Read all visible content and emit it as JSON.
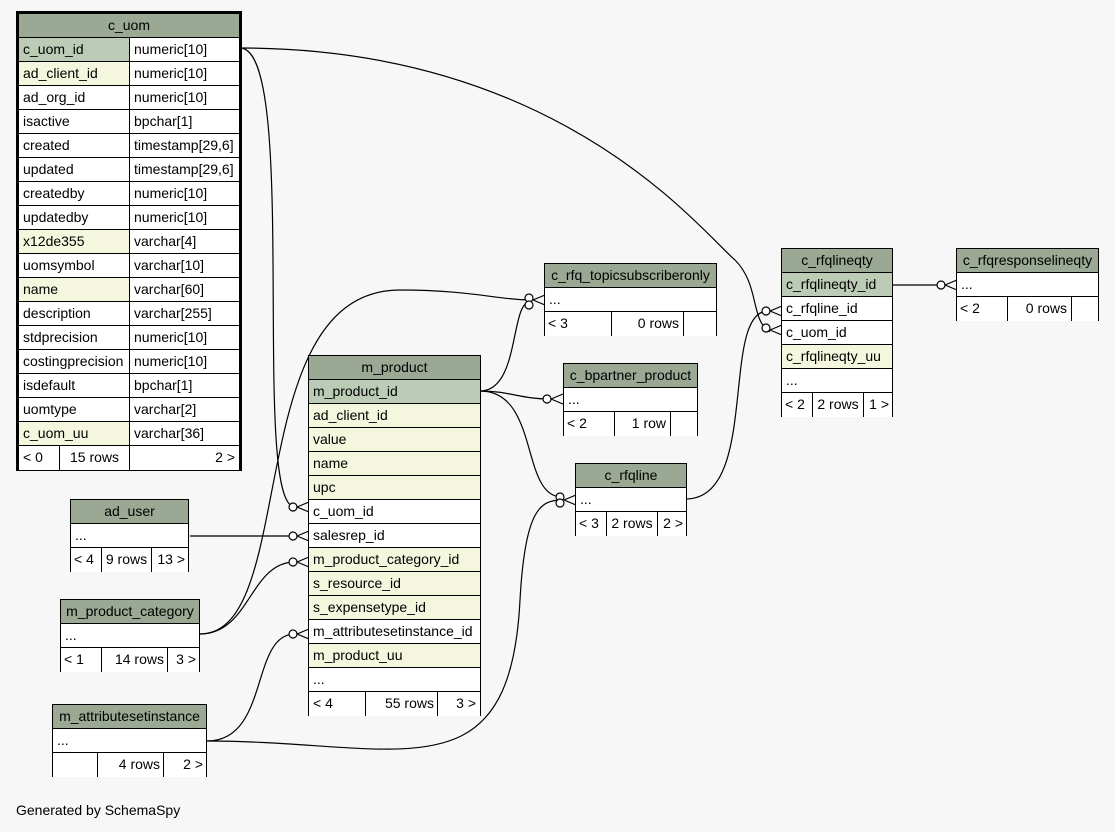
{
  "footer": "Generated by SchemaSpy",
  "tables": {
    "c_uom": {
      "name": "c_uom",
      "columns": [
        {
          "name": "c_uom_id",
          "type": "numeric[10]"
        },
        {
          "name": "ad_client_id",
          "type": "numeric[10]"
        },
        {
          "name": "ad_org_id",
          "type": "numeric[10]"
        },
        {
          "name": "isactive",
          "type": "bpchar[1]"
        },
        {
          "name": "created",
          "type": "timestamp[29,6]"
        },
        {
          "name": "updated",
          "type": "timestamp[29,6]"
        },
        {
          "name": "createdby",
          "type": "numeric[10]"
        },
        {
          "name": "updatedby",
          "type": "numeric[10]"
        },
        {
          "name": "x12de355",
          "type": "varchar[4]"
        },
        {
          "name": "uomsymbol",
          "type": "varchar[10]"
        },
        {
          "name": "name",
          "type": "varchar[60]"
        },
        {
          "name": "description",
          "type": "varchar[255]"
        },
        {
          "name": "stdprecision",
          "type": "numeric[10]"
        },
        {
          "name": "costingprecision",
          "type": "numeric[10]"
        },
        {
          "name": "isdefault",
          "type": "bpchar[1]"
        },
        {
          "name": "uomtype",
          "type": "varchar[2]"
        },
        {
          "name": "c_uom_uu",
          "type": "varchar[36]"
        }
      ],
      "footer": {
        "left": "< 0",
        "mid": "15 rows",
        "right": "2 >"
      }
    },
    "m_product": {
      "name": "m_product",
      "columns": [
        "m_product_id",
        "ad_client_id",
        "value",
        "name",
        "upc",
        "c_uom_id",
        "salesrep_id",
        "m_product_category_id",
        "s_resource_id",
        "s_expensetype_id",
        "m_attributesetinstance_id",
        "m_product_uu",
        "..."
      ],
      "footer": {
        "left": "< 4",
        "mid": "55 rows",
        "right": "3 >"
      }
    },
    "ad_user": {
      "name": "ad_user",
      "columns": [
        "..."
      ],
      "footer": {
        "left": "< 4",
        "mid": "9 rows",
        "right": "13 >"
      }
    },
    "m_product_category": {
      "name": "m_product_category",
      "columns": [
        "..."
      ],
      "footer": {
        "left": "< 1",
        "mid": "14 rows",
        "right": "3 >"
      }
    },
    "m_attributesetinstance": {
      "name": "m_attributesetinstance",
      "columns": [
        "..."
      ],
      "footer": {
        "left": "",
        "mid": "4 rows",
        "right": "2 >"
      }
    },
    "c_rfq_topicsubscriberonly": {
      "name": "c_rfq_topicsubscriberonly",
      "columns": [
        "..."
      ],
      "footer": {
        "left": "< 3",
        "mid": "0 rows",
        "right": ""
      }
    },
    "c_bpartner_product": {
      "name": "c_bpartner_product",
      "columns": [
        "..."
      ],
      "footer": {
        "left": "< 2",
        "mid": "1 row",
        "right": ""
      }
    },
    "c_rfqline": {
      "name": "c_rfqline",
      "columns": [
        "..."
      ],
      "footer": {
        "left": "< 3",
        "mid": "2 rows",
        "right": "2 >"
      }
    },
    "c_rfqlineqty": {
      "name": "c_rfqlineqty",
      "columns": [
        "c_rfqlineqty_id",
        "c_rfqline_id",
        "c_uom_id",
        "c_rfqlineqty_uu",
        "..."
      ],
      "footer": {
        "left": "< 2",
        "mid": "2 rows",
        "right": "1 >"
      }
    },
    "c_rfqresponselineqty": {
      "name": "c_rfqresponselineqty",
      "columns": [
        "..."
      ],
      "footer": {
        "left": "< 2",
        "mid": "0 rows",
        "right": ""
      }
    }
  },
  "colors": {
    "header": "#9aa894",
    "primary_key": "#bccbb5",
    "indexed": "#f4f7de",
    "background": "#f7f7f7"
  }
}
